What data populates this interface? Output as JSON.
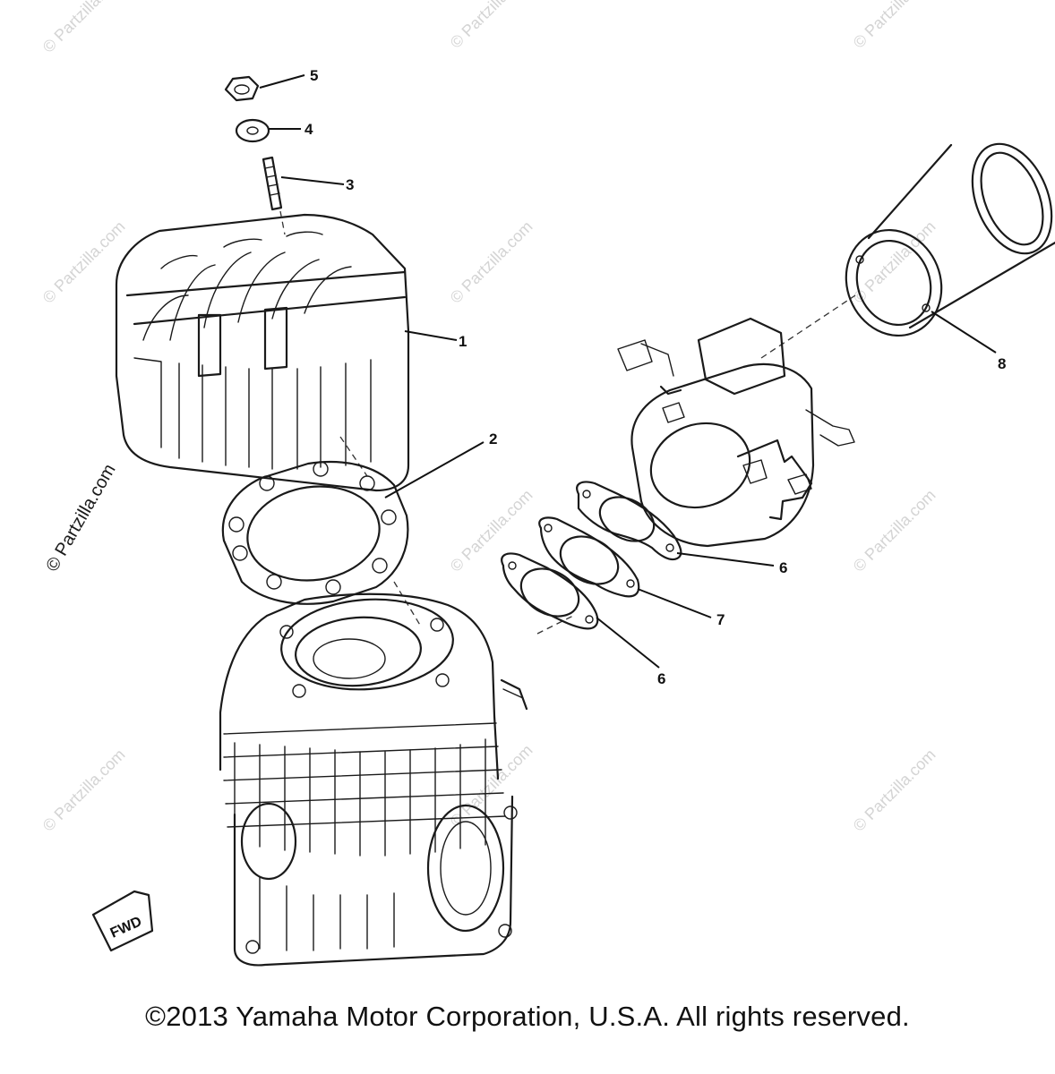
{
  "watermarks": {
    "text": "© Partzilla.com"
  },
  "callouts": [
    {
      "id": "1",
      "label": "1"
    },
    {
      "id": "2",
      "label": "2"
    },
    {
      "id": "3",
      "label": "3"
    },
    {
      "id": "4",
      "label": "4"
    },
    {
      "id": "5",
      "label": "5"
    },
    {
      "id": "6a",
      "label": "6"
    },
    {
      "id": "6b",
      "label": "6"
    },
    {
      "id": "7",
      "label": "7"
    },
    {
      "id": "8",
      "label": "8"
    }
  ],
  "fwd_label": "FWD",
  "copyright": "©2013 Yamaha Motor Corporation, U.S.A. All rights reserved."
}
